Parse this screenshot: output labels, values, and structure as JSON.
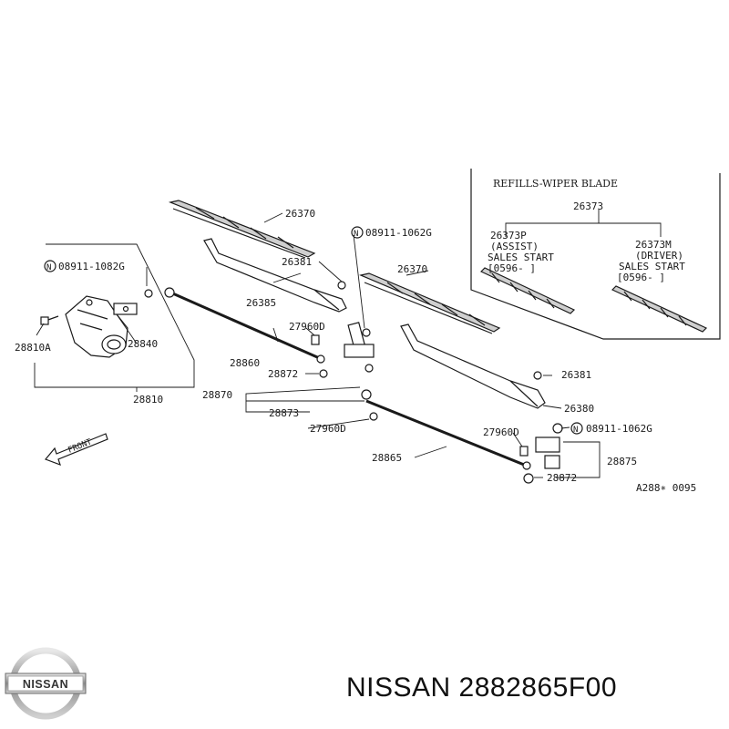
{
  "labels": {
    "blade_left": "26370",
    "bolt_top": "08911-1062G",
    "nut_arm_left": "26381",
    "arm_left": "26385",
    "bolt_motor": "08911-1082G",
    "motor_bracket": "28840",
    "motor_bolt": "28810A",
    "link_rod": "28860",
    "motor_assy": "28810",
    "pivot_cap_left": "27960D",
    "bushing_left": "28872",
    "linkage_assy": "28870",
    "pivot_left": "28873",
    "pivot_cap_lower": "27960D",
    "blade_right": "26370",
    "nut_arm_right": "26381",
    "arm_right": "26380",
    "bolt_right": "08911-1062G",
    "pivot_cap_right": "27960D",
    "pivot_right": "28875",
    "bushing_right": "28872",
    "link_rod_long": "28865",
    "front": "FRONT",
    "ref_code": "A288∗ 0095"
  },
  "refills": {
    "title": "REFILLS-WIPER BLADE",
    "set_number": "26373",
    "assist_number": "26373P",
    "assist_label": "(ASSIST)",
    "assist_sales": "SALES START",
    "assist_date": "[0596-     ]",
    "driver_number": "26373M",
    "driver_label": "(DRIVER)",
    "driver_sales": "SALES START",
    "driver_date": "[0596-     ]"
  },
  "footer": {
    "brand_logo_text": "NISSAN",
    "part_text": "NISSAN 2882865F00"
  }
}
